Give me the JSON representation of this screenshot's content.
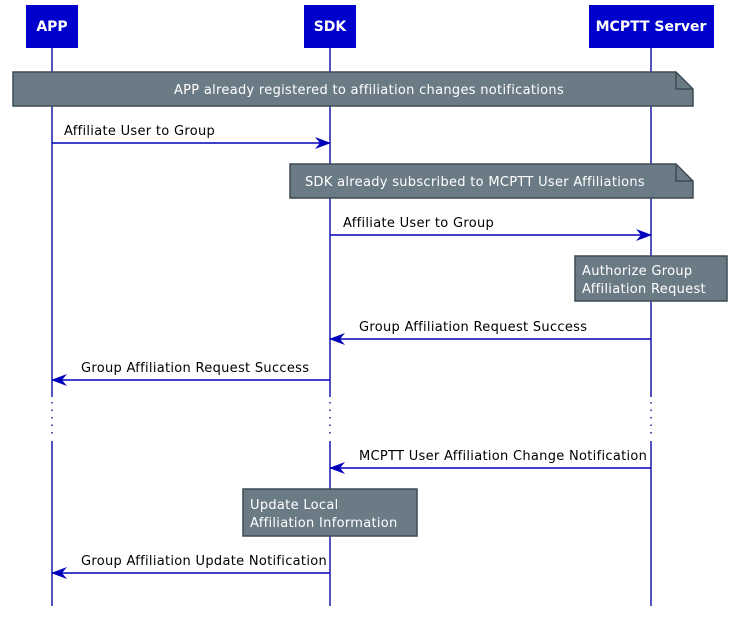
{
  "colors": {
    "actor_fill": "#0000cc",
    "lifeline": "#1a1aaa",
    "arrow": "#0000bb",
    "note_fill": "#6b7b86",
    "note_border": "#3f4a52",
    "background": "#ffffff"
  },
  "actors": [
    {
      "id": "app",
      "label": "APP"
    },
    {
      "id": "sdk",
      "label": "SDK"
    },
    {
      "id": "server",
      "label": "MCPTT Server"
    }
  ],
  "notes": [
    {
      "id": "note-app-registered",
      "lines": [
        "APP already registered to affiliation changes notifications"
      ]
    },
    {
      "id": "note-sdk-subscribed",
      "lines": [
        "SDK already subscribed to MCPTT User Affiliations"
      ]
    },
    {
      "id": "note-authorize",
      "lines": [
        "Authorize Group",
        "Affiliation Request"
      ]
    },
    {
      "id": "note-update-local",
      "lines": [
        "Update Local",
        "Affiliation Information"
      ]
    }
  ],
  "messages": [
    {
      "id": "msg-affiliate-app-sdk",
      "from": "app",
      "to": "sdk",
      "label": "Affiliate User to Group"
    },
    {
      "id": "msg-affiliate-sdk-server",
      "from": "sdk",
      "to": "server",
      "label": "Affiliate User to Group"
    },
    {
      "id": "msg-success-server-sdk",
      "from": "server",
      "to": "sdk",
      "label": "Group Affiliation Request Success"
    },
    {
      "id": "msg-success-sdk-app",
      "from": "sdk",
      "to": "app",
      "label": "Group Affiliation Request Success"
    },
    {
      "id": "msg-change-notification",
      "from": "server",
      "to": "sdk",
      "label": "MCPTT User Affiliation Change Notification"
    },
    {
      "id": "msg-update-notification",
      "from": "sdk",
      "to": "app",
      "label": "Group Affiliation Update Notification"
    }
  ]
}
